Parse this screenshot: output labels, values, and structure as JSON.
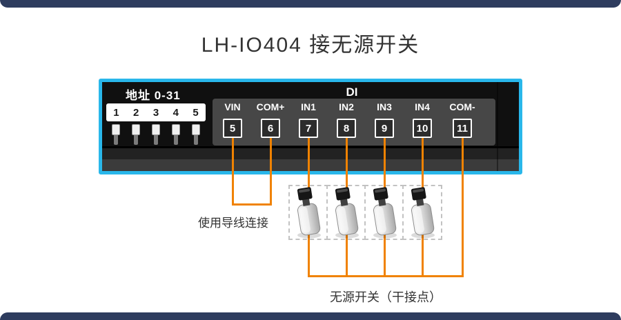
{
  "page": {
    "title": "LH-IO404 接无源开关"
  },
  "device": {
    "address_label": "地址 0-31",
    "dip_numbers": [
      "1",
      "2",
      "3",
      "4",
      "5"
    ],
    "di_label": "DI",
    "terminals": [
      {
        "label": "VIN",
        "number": "5"
      },
      {
        "label": "COM+",
        "number": "6"
      },
      {
        "label": "IN1",
        "number": "7"
      },
      {
        "label": "IN2",
        "number": "8"
      },
      {
        "label": "IN3",
        "number": "9"
      },
      {
        "label": "IN4",
        "number": "10"
      },
      {
        "label": "COM-",
        "number": "11"
      }
    ],
    "switch_count": 4
  },
  "annotations": {
    "wire_connection": "使用导线连接",
    "passive_switch": "无源开关（干接点）"
  },
  "colors": {
    "wire": "#f08200",
    "panel-border": "#29b7ea",
    "divider-bar": "#2e3c5e",
    "text": "#333333"
  }
}
